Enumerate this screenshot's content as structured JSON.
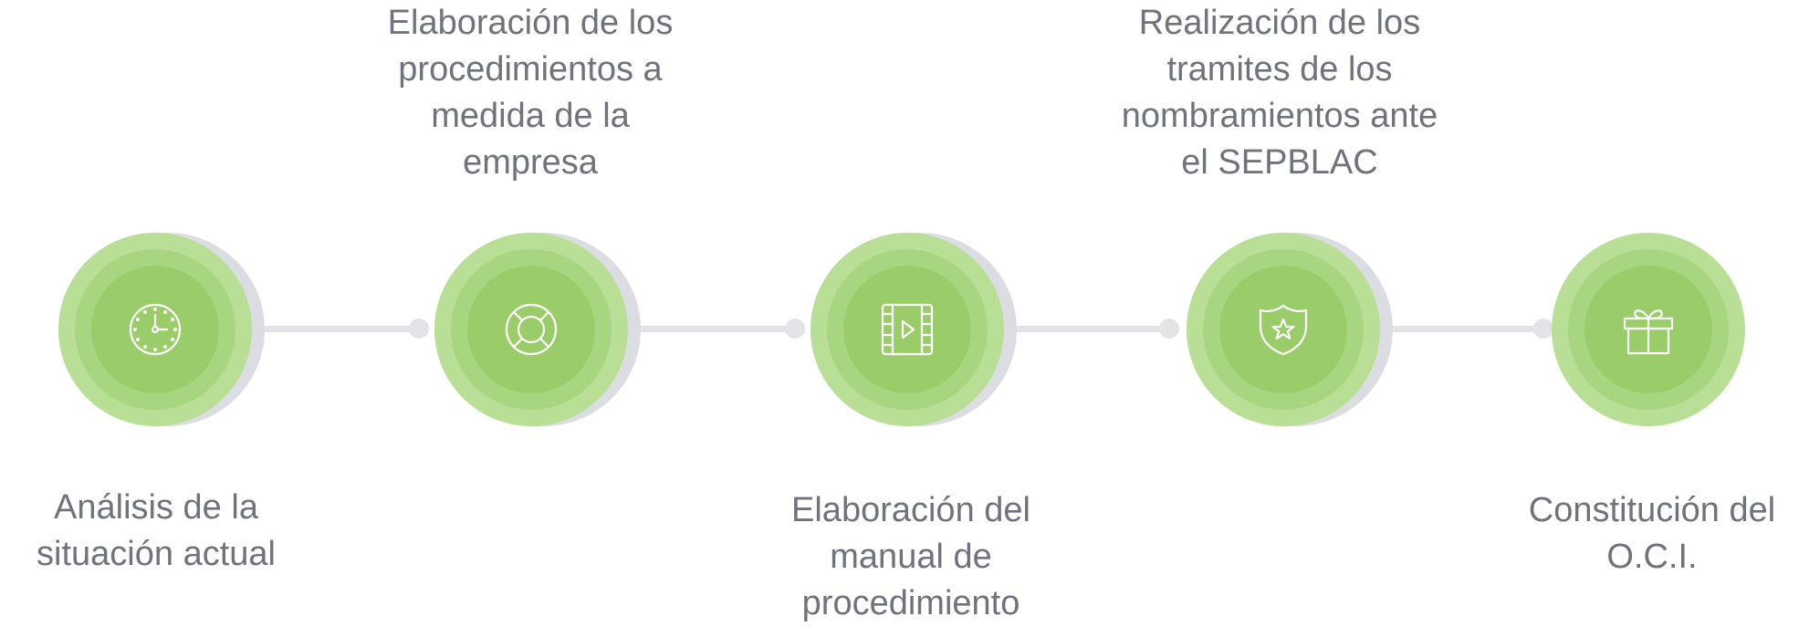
{
  "steps": [
    {
      "label": "Análisis de la\nsituación actual",
      "icon": "clock-icon"
    },
    {
      "label": "Elaboración de los\nprocedimientos a\nmedida de la\nempresa",
      "icon": "lifebuoy-icon"
    },
    {
      "label": "Elaboración del\nmanual de\nprocedimiento",
      "icon": "film-play-icon"
    },
    {
      "label": "Realización de los\ntramites de los\nnombramientos ante\nel SEPBLAC",
      "icon": "shield-star-icon"
    },
    {
      "label": "Constitución del\nO.C.I.",
      "icon": "gift-icon"
    }
  ],
  "colors": {
    "ring_outer": "#b9de95",
    "ring_middle": "#a8d680",
    "ring_inner": "#9acd6a",
    "connector": "#e3e4e8",
    "text": "#6f737e",
    "icon_stroke": "#ffffff"
  }
}
